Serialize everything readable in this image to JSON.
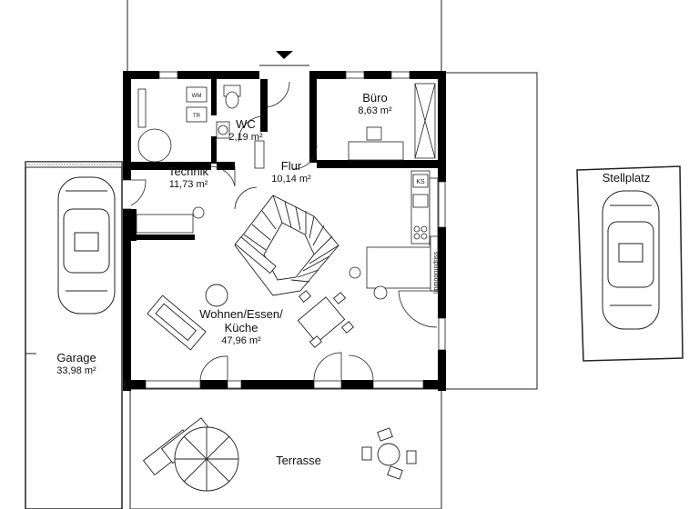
{
  "rooms": {
    "buero": {
      "name": "Büro",
      "area": "8,63 m²"
    },
    "wc": {
      "name": "WC",
      "area": "2,19 m²"
    },
    "flur": {
      "name": "Flur",
      "area": "10,14 m²"
    },
    "technik": {
      "name": "Technik",
      "area": "11,73 m²"
    },
    "wohnen": {
      "name1": "Wohnen/Essen/",
      "name2": "Küche",
      "area": "47,96 m²"
    },
    "garage": {
      "name": "Garage",
      "area": "33,98 m²"
    },
    "terrasse": {
      "name": "Terrasse"
    },
    "stellplatz": {
      "name": "Stellplatz"
    }
  },
  "appliances": {
    "wm": "WM",
    "tr": "TR",
    "ks": "KS",
    "immo": "Immogrundriss"
  }
}
